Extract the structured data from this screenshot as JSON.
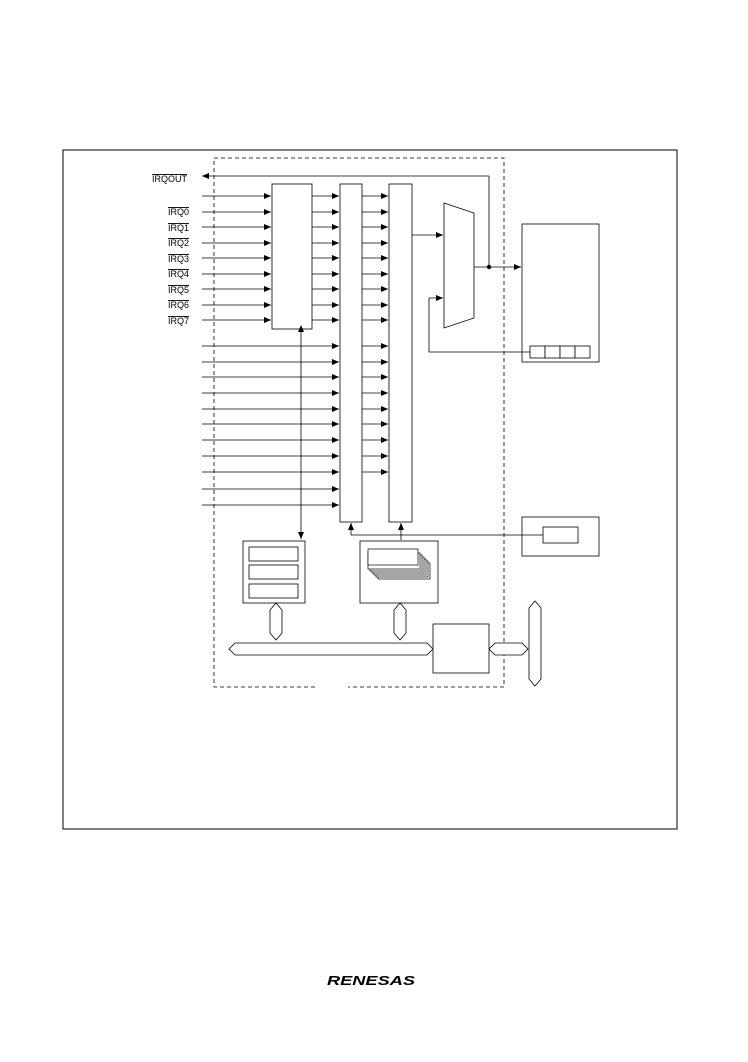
{
  "diagram": {
    "irqout_label": "IRQOUT",
    "irq_labels": [
      "IRQ0",
      "IRQ1",
      "IRQ2",
      "IRQ3",
      "IRQ4",
      "IRQ5",
      "IRQ6",
      "IRQ7"
    ]
  },
  "footer": {
    "logo_text": "RENESAS"
  }
}
